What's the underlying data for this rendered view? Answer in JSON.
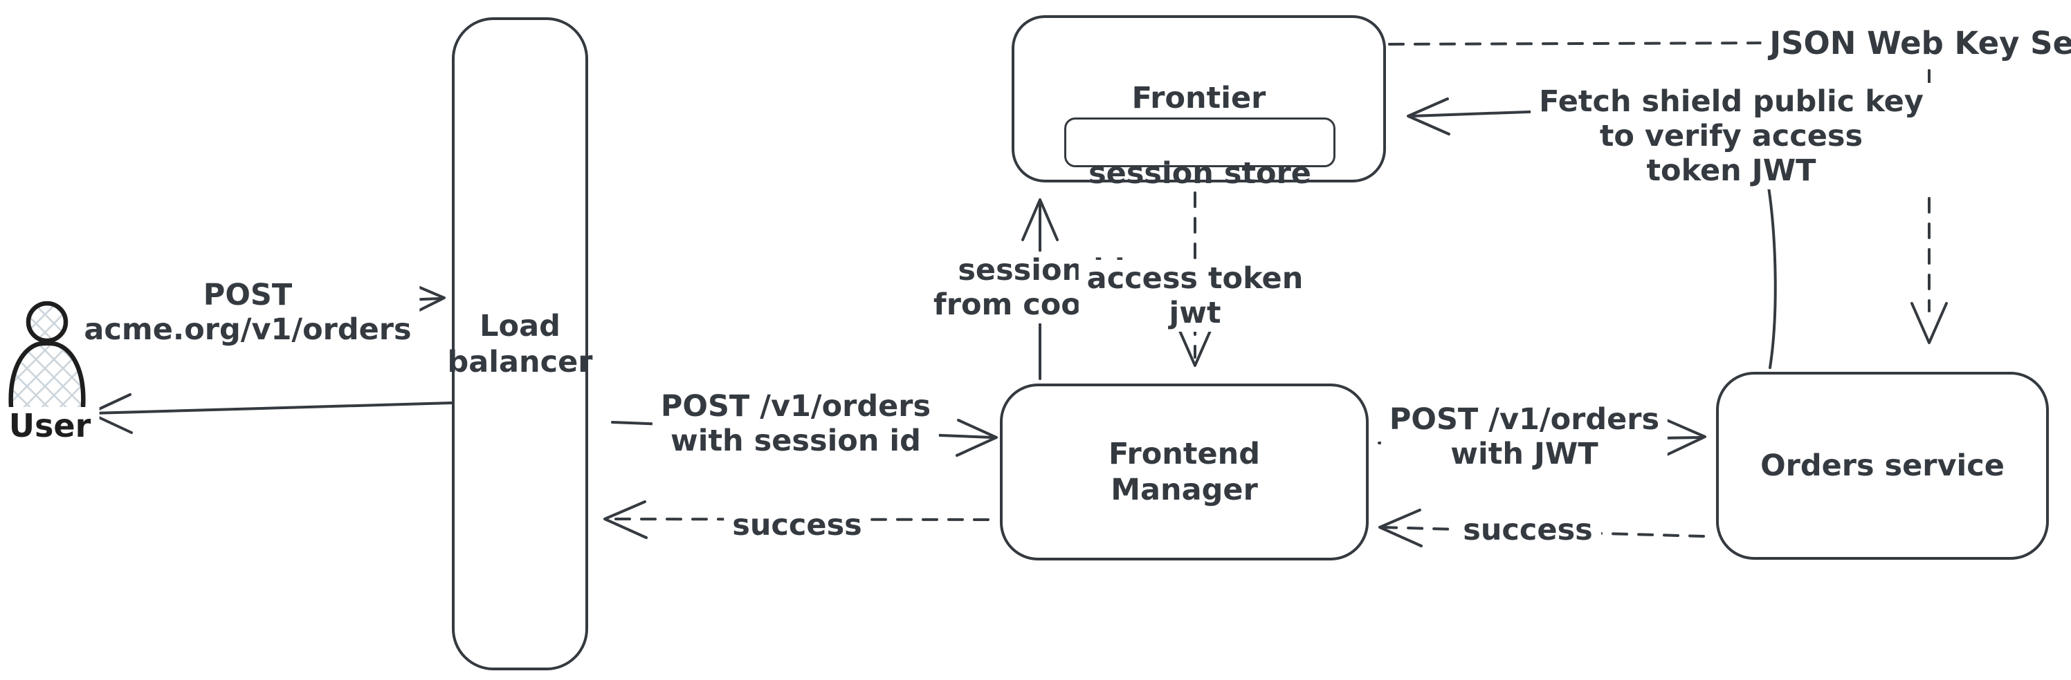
{
  "diagram": {
    "type": "architecture-flow",
    "nodes": {
      "user": {
        "label": "User",
        "icon": "person-crosshatch"
      },
      "load_balancer": {
        "line1": "Load",
        "line2": "balancer"
      },
      "frontier": {
        "label": "Frontier"
      },
      "session_store": {
        "label": "session store"
      },
      "frontend_manager": {
        "line1": "Frontend",
        "line2": "Manager"
      },
      "orders_service": {
        "label": "Orders service"
      }
    },
    "edges": {
      "user_to_lb": {
        "line1": "POST",
        "line2": "acme.org/v1/orders",
        "style": "solid-arrow-right"
      },
      "lb_to_user": {
        "style": "solid-arrow-left"
      },
      "lb_to_fm": {
        "line1": "POST /v1/orders",
        "line2": "with session id",
        "style": "solid-arrow-right"
      },
      "fm_to_lb_success": {
        "label": "success",
        "style": "dashed-arrow-left"
      },
      "fm_to_frontier": {
        "line1": "session id",
        "line2": "from cookies",
        "style": "solid-arrow-up"
      },
      "frontier_to_fm": {
        "line1": "access token",
        "line2": "jwt",
        "style": "dashed-arrow-down"
      },
      "fm_to_orders": {
        "line1": "POST /v1/orders",
        "line2": "with JWT",
        "style": "solid-arrow-right"
      },
      "orders_to_fm_success": {
        "label": "success",
        "style": "dashed-arrow-left"
      },
      "frontier_to_jwks": {
        "label": "JSON Web Key Set",
        "style": "dashed-line"
      },
      "jwks_down": {
        "style": "dashed-arrow-down"
      },
      "fetch_key_to_frontier": {
        "line1": "Fetch shield public key",
        "line2": "to verify access",
        "line3": "token JWT",
        "style": "solid-arrow-left"
      }
    },
    "colors": {
      "ink": "#343a40",
      "figure": "#1e1e1e",
      "hatch": "#cdd5dc",
      "background": "#ffffff"
    }
  }
}
